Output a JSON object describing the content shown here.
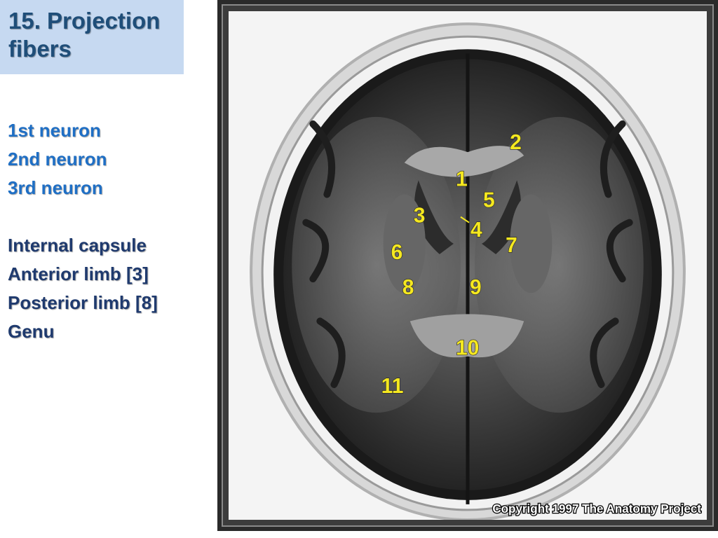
{
  "slide": {
    "title_line1": "15. Projection",
    "title_line2": "fibers",
    "neurons": [
      "1st neuron",
      "2nd neuron",
      "3rd neuron"
    ],
    "capsule": [
      "Internal capsule",
      "Anterior limb [3]",
      "Posterior limb [8]",
      "Genu"
    ]
  },
  "image": {
    "labels": [
      "1",
      "2",
      "3",
      "4",
      "5",
      "6",
      "7",
      "8",
      "9",
      "10",
      "11"
    ],
    "copyright": "Copyright 1997 The Anatomy Project"
  },
  "colors": {
    "title_bg": "#c6d9f1",
    "title_text": "#1f4e79",
    "neuron_text": "#1f6fc5",
    "capsule_text": "#1f3a6e",
    "label_yellow": "#f5e820"
  }
}
